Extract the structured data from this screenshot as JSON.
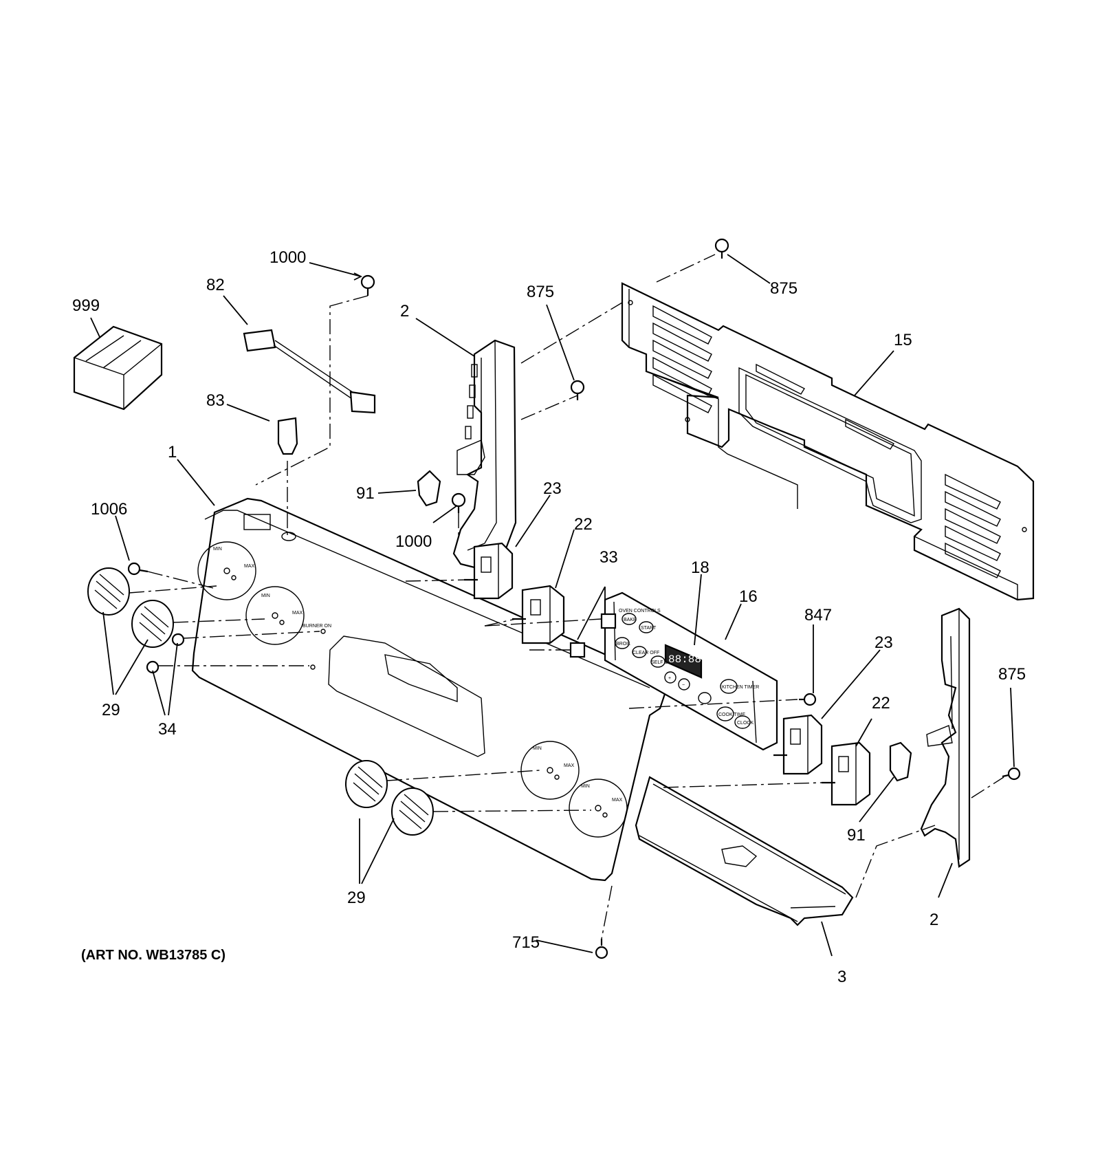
{
  "art_number": "(ART NO. WB13785 C)",
  "icons": [
    "screw-icon",
    "knob-icon",
    "switch-icon",
    "box-icon"
  ],
  "panel_text": {
    "min": "MIN",
    "max": "MAX",
    "burner_on": "BURNER ON",
    "oven_controls": "OVEN CONTROLS",
    "bake": "BAKE",
    "start": "START",
    "broil": "BROIL",
    "clear_off": "CLEAR OFF",
    "self_clean": "SELF CLEAN",
    "kitchen_timer": "KITCHEN TIMER",
    "cook_time": "COOK TIME",
    "clock": "CLOCK",
    "display": "88:88",
    "plus": "+",
    "minus": "−"
  },
  "labels": {
    "l999": "999",
    "l1000a": "1000",
    "l82": "82",
    "l83": "83",
    "l1": "1",
    "l1006": "1006",
    "l29a": "29",
    "l34": "34",
    "l2a": "2",
    "l875a": "875",
    "l91a": "91",
    "l1000b": "1000",
    "l23a": "23",
    "l22a": "22",
    "l33": "33",
    "l875b": "875",
    "l15": "15",
    "l18": "18",
    "l16": "16",
    "l847": "847",
    "l23b": "23",
    "l22b": "22",
    "l875c": "875",
    "l91b": "91",
    "l2b": "2",
    "l29b": "29",
    "l715": "715",
    "l3": "3"
  }
}
